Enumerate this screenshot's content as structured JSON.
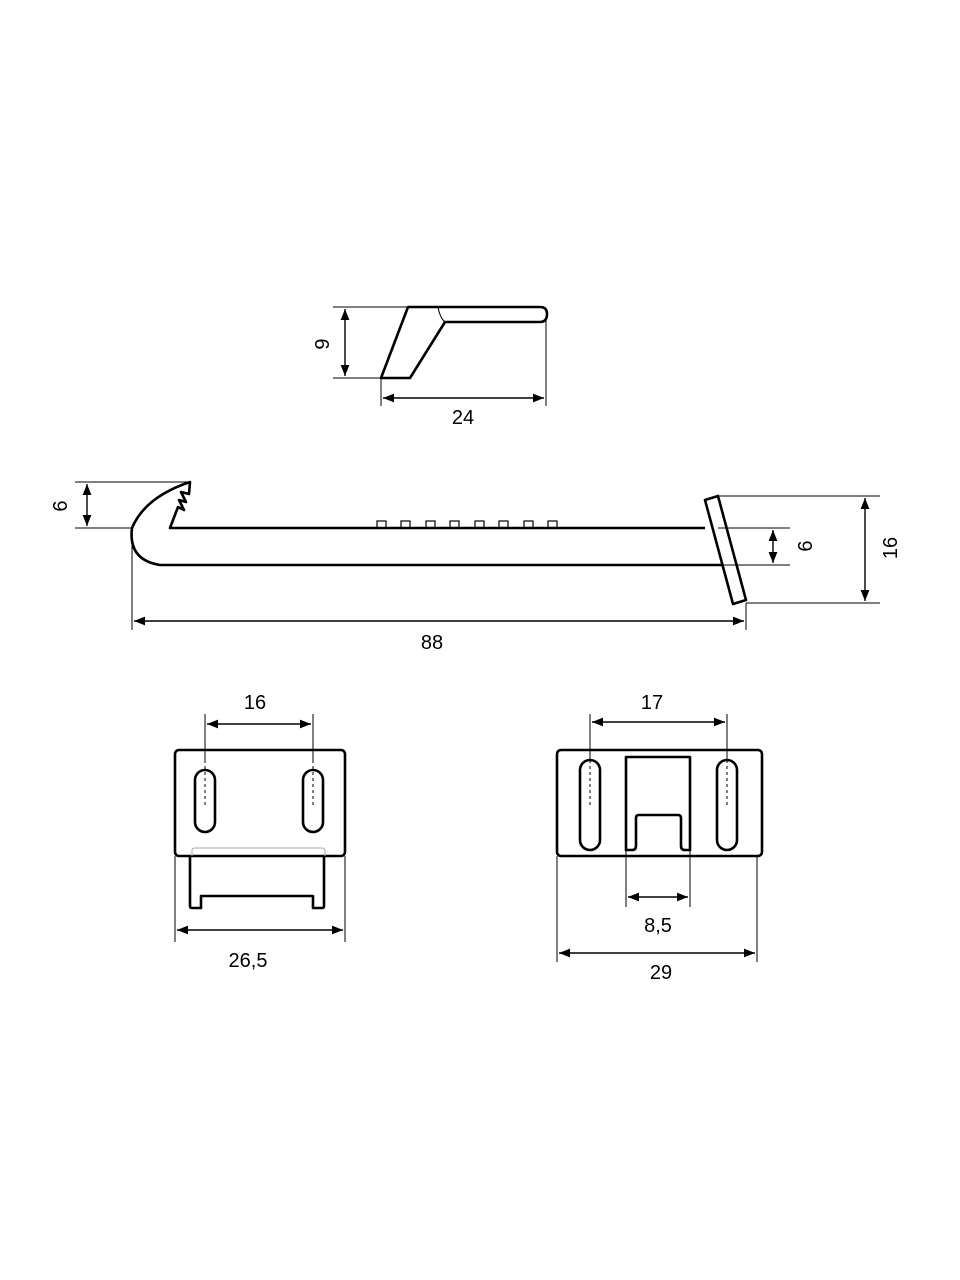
{
  "dimensions": {
    "top_view_height": "9",
    "top_view_length": "24",
    "hook_height": "6",
    "body_thickness": "6",
    "plate_height": "16",
    "overall_length": "88",
    "left_slot_spacing": "16",
    "left_width": "26,5",
    "right_slot_spacing": "17",
    "right_cutout_width": "8,5",
    "right_width": "29"
  }
}
